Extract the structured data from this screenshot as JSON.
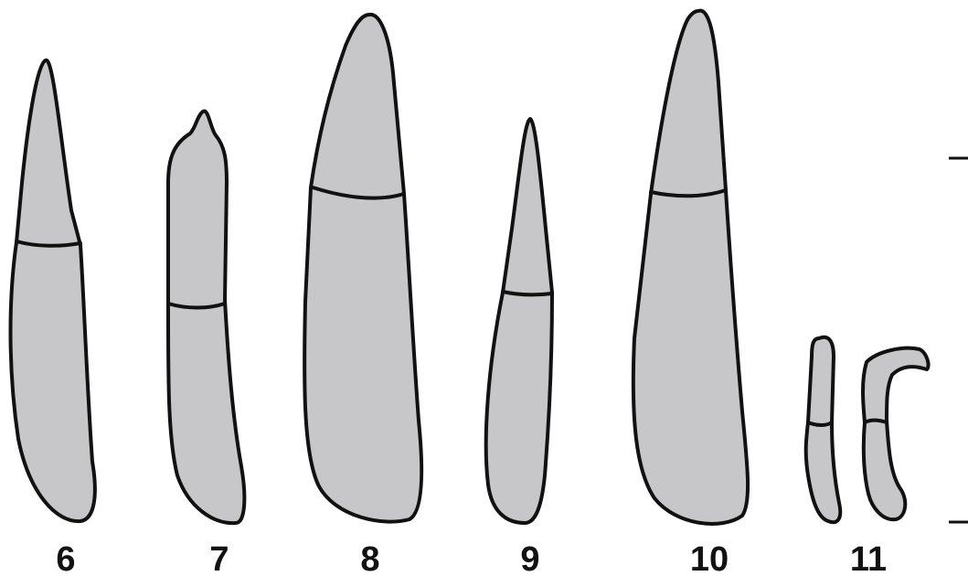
{
  "figure": {
    "labels": [
      "6",
      "7",
      "8",
      "9",
      "10",
      "11"
    ],
    "scale_bar": {
      "marks": 2
    }
  },
  "colors": {
    "fill": "#c7c7c9",
    "outline": "#111111",
    "background": "#ffffff"
  }
}
